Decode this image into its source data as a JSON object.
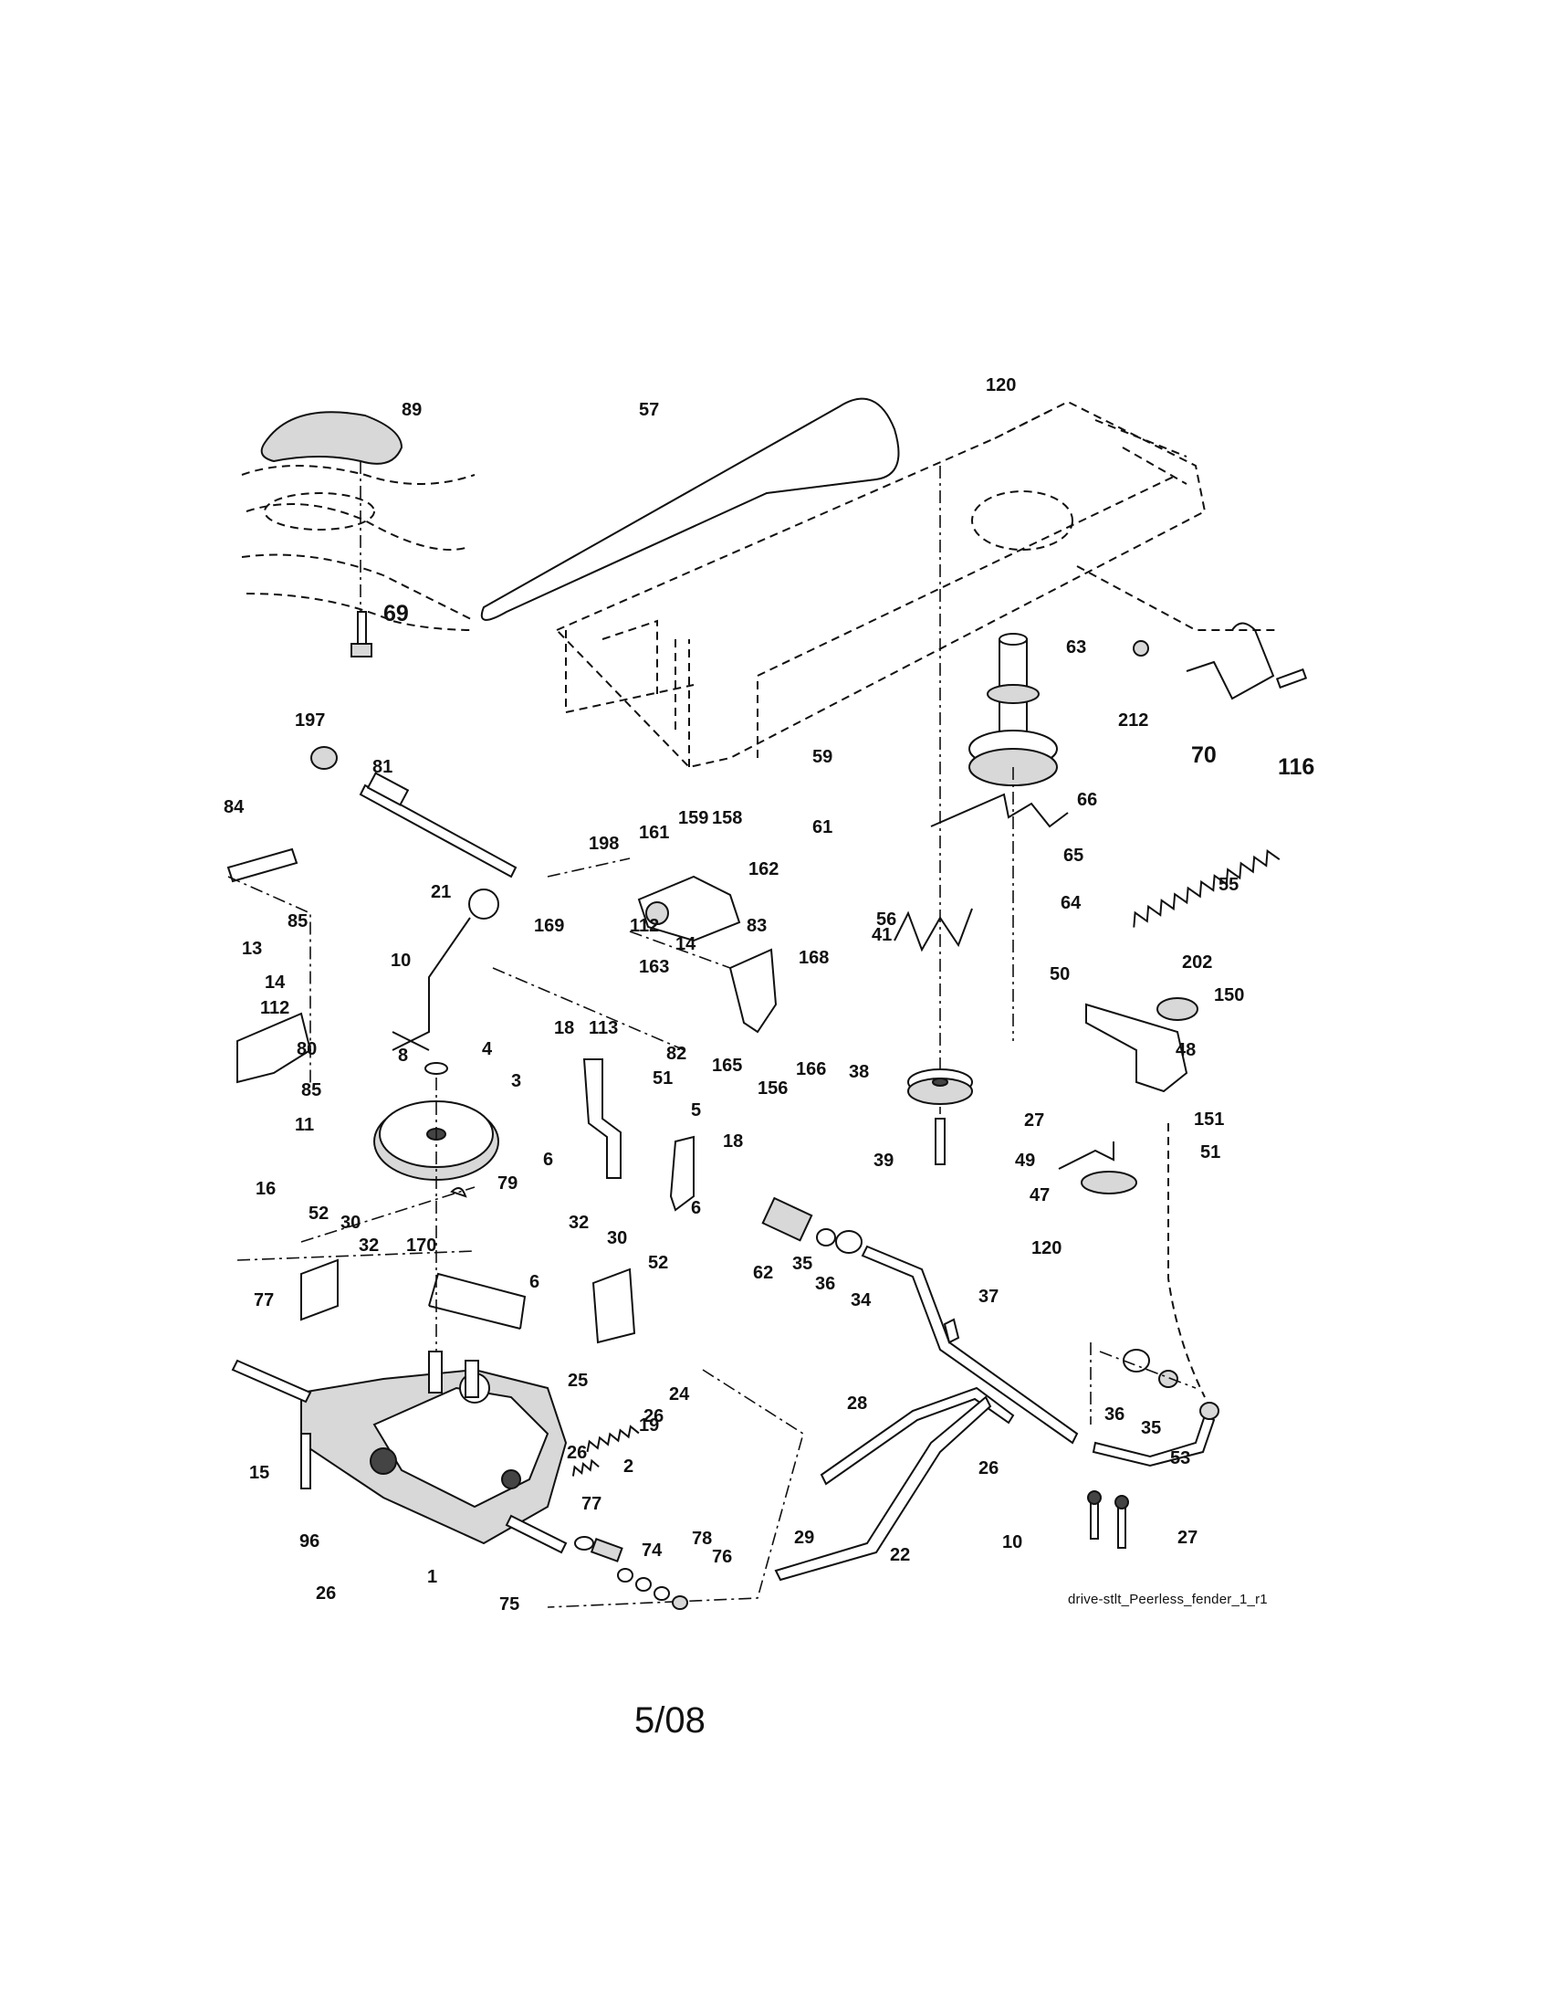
{
  "drawing_file": "drive-stlt_Peerless_fender_1_r1",
  "page_date": "5/08",
  "callouts": [
    {
      "label": "89"
    },
    {
      "label": "57"
    },
    {
      "label": "120"
    },
    {
      "label": "69"
    },
    {
      "label": "63"
    },
    {
      "label": "212"
    },
    {
      "label": "70"
    },
    {
      "label": "116"
    },
    {
      "label": "197"
    },
    {
      "label": "81"
    },
    {
      "label": "59"
    },
    {
      "label": "66"
    },
    {
      "label": "84"
    },
    {
      "label": "198"
    },
    {
      "label": "161"
    },
    {
      "label": "159"
    },
    {
      "label": "158"
    },
    {
      "label": "162"
    },
    {
      "label": "61"
    },
    {
      "label": "65"
    },
    {
      "label": "55"
    },
    {
      "label": "21"
    },
    {
      "label": "85"
    },
    {
      "label": "56"
    },
    {
      "label": "64"
    },
    {
      "label": "10"
    },
    {
      "label": "169"
    },
    {
      "label": "112"
    },
    {
      "label": "14"
    },
    {
      "label": "83"
    },
    {
      "label": "13"
    },
    {
      "label": "163"
    },
    {
      "label": "41"
    },
    {
      "label": "168"
    },
    {
      "label": "202"
    },
    {
      "label": "50"
    },
    {
      "label": "150"
    },
    {
      "label": "14"
    },
    {
      "label": "112"
    },
    {
      "label": "80"
    },
    {
      "label": "8"
    },
    {
      "label": "82"
    },
    {
      "label": "18"
    },
    {
      "label": "113"
    },
    {
      "label": "48"
    },
    {
      "label": "165"
    },
    {
      "label": "166"
    },
    {
      "label": "156"
    },
    {
      "label": "4"
    },
    {
      "label": "85"
    },
    {
      "label": "38"
    },
    {
      "label": "51"
    },
    {
      "label": "3"
    },
    {
      "label": "27"
    },
    {
      "label": "151"
    },
    {
      "label": "11"
    },
    {
      "label": "5"
    },
    {
      "label": "51"
    },
    {
      "label": "18"
    },
    {
      "label": "6"
    },
    {
      "label": "49"
    },
    {
      "label": "39"
    },
    {
      "label": "47"
    },
    {
      "label": "79"
    },
    {
      "label": "16"
    },
    {
      "label": "6"
    },
    {
      "label": "62"
    },
    {
      "label": "52"
    },
    {
      "label": "30"
    },
    {
      "label": "32"
    },
    {
      "label": "30"
    },
    {
      "label": "120"
    },
    {
      "label": "35"
    },
    {
      "label": "36"
    },
    {
      "label": "32"
    },
    {
      "label": "170"
    },
    {
      "label": "52"
    },
    {
      "label": "37"
    },
    {
      "label": "34"
    },
    {
      "label": "77"
    },
    {
      "label": "6"
    },
    {
      "label": "25"
    },
    {
      "label": "24"
    },
    {
      "label": "36"
    },
    {
      "label": "35"
    },
    {
      "label": "28"
    },
    {
      "label": "26"
    },
    {
      "label": "19"
    },
    {
      "label": "26"
    },
    {
      "label": "2"
    },
    {
      "label": "26"
    },
    {
      "label": "53"
    },
    {
      "label": "15"
    },
    {
      "label": "77"
    },
    {
      "label": "29"
    },
    {
      "label": "96"
    },
    {
      "label": "74"
    },
    {
      "label": "22"
    },
    {
      "label": "10"
    },
    {
      "label": "27"
    },
    {
      "label": "1"
    },
    {
      "label": "78"
    },
    {
      "label": "76"
    },
    {
      "label": "26"
    },
    {
      "label": "75"
    }
  ]
}
